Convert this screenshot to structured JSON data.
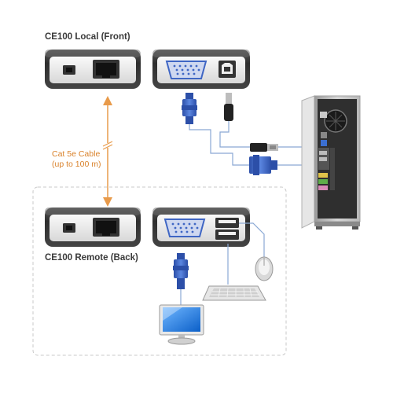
{
  "labels": {
    "local_unit": "CE100 Local (Front)",
    "remote_unit": "CE100 Remote (Back)",
    "cable_line1": "Cat 5e Cable",
    "cable_line2": "(up to 100 m)"
  },
  "colors": {
    "background": "#ffffff",
    "device_dark": "#3c3c3c",
    "device_light": "#ececec",
    "label_text": "#3a3a3a",
    "cable_label": "#d9822b",
    "cable_line": "#e89a4a",
    "connector_blue": "#3f66c4",
    "wire": "#8aa8d4",
    "dashed_border": "#c8c8c8"
  },
  "icons": [
    "ce100-local-front-device",
    "ce100-local-back-device",
    "ce100-remote-front-device",
    "ce100-remote-back-device",
    "rj45-port-icon",
    "vga-port-icon",
    "usb-b-port-icon",
    "usb-a-port-icon",
    "vga-connector-icon",
    "usb-connector-icon",
    "computer-tower-icon",
    "monitor-icon",
    "keyboard-icon",
    "mouse-icon"
  ]
}
